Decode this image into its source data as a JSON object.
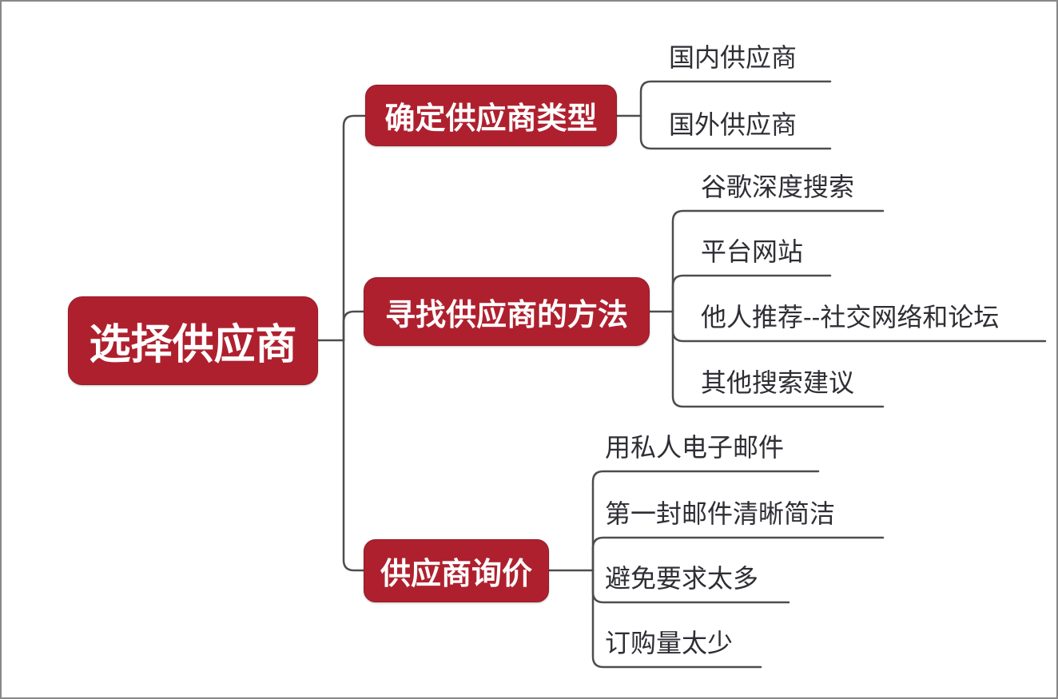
{
  "diagram": {
    "type": "mindmap",
    "root": {
      "label": "选择供应商"
    },
    "branches": [
      {
        "label": "确定供应商类型",
        "children": [
          "国内供应商",
          "国外供应商"
        ]
      },
      {
        "label": "寻找供应商的方法",
        "children": [
          "谷歌深度搜索",
          "平台网站",
          "他人推荐--社交网络和论坛",
          "其他搜索建议"
        ]
      },
      {
        "label": "供应商询价",
        "children": [
          "用私人电子邮件",
          "第一封邮件清晰简洁",
          "避免要求太多",
          "订购量太少"
        ]
      }
    ],
    "colors": {
      "node_fill": "#af202e",
      "node_text": "#ffffff",
      "child_text": "#2e2e34",
      "connector_line": "#4d4d4d",
      "page_border": "#888888",
      "background": "#ffffff"
    }
  }
}
